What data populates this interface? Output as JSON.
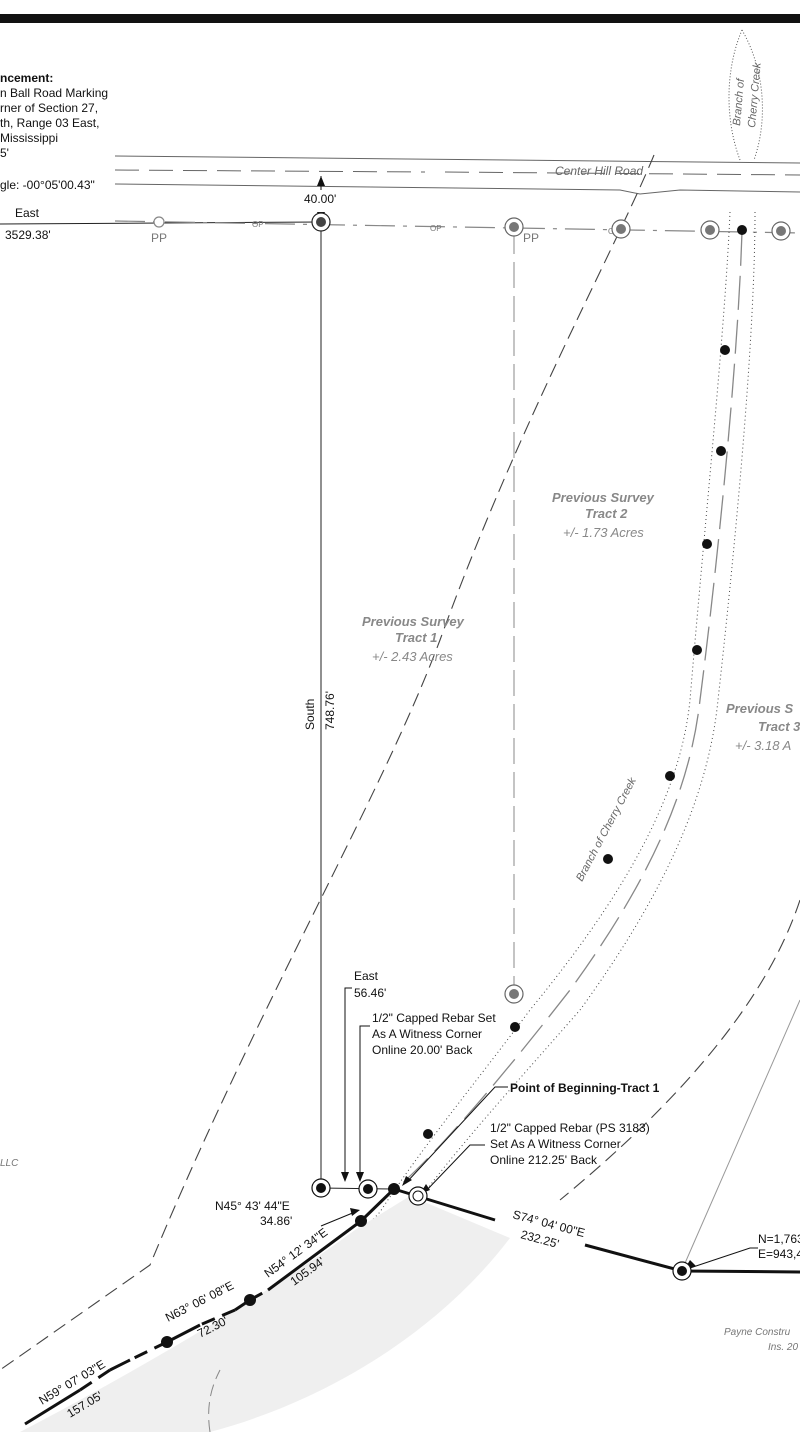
{
  "commencement": {
    "title": "ncement:",
    "lines": [
      "n Ball Road Marking",
      "rner of Section 27,",
      "th, Range 03 East,",
      " Mississippi",
      "5'"
    ],
    "angle": "gle: -00°05'00.43\""
  },
  "road": {
    "name": "Center Hill Road",
    "width": "40.00'"
  },
  "tie_line": {
    "direction": "East",
    "distance": "3529.38'"
  },
  "utility": {
    "power_pole": "PP",
    "overhead_power": "OP"
  },
  "creek_labels": {
    "top": [
      "Branch of",
      "Cherry Creek"
    ],
    "along": "Branch of Cherry Creek"
  },
  "tracts": [
    {
      "title": "Previous Survey",
      "tract": "Tract 1",
      "area": "+/- 2.43 Acres"
    },
    {
      "title": "Previous Survey",
      "tract": "Tract 2",
      "area": "+/- 1.73 Acres"
    },
    {
      "title": "Previous S",
      "tract": "Tract 3",
      "area": "+/- 3.18 A"
    }
  ],
  "south_call": {
    "direction": "South",
    "distance": "748.76'"
  },
  "east_call": {
    "direction": "East",
    "distance": "56.46'"
  },
  "notes": {
    "witness_1": [
      "1/2\" Capped Rebar Set",
      "As A Witness Corner",
      "Online 20.00' Back"
    ],
    "pob": "Point of Beginning-Tract 1",
    "witness_2": [
      "1/2\" Capped Rebar (PS 3183)",
      "Set As A Witness Corner",
      "Online 212.25' Back"
    ]
  },
  "courses": [
    {
      "bearing": "N45° 43' 44\"E",
      "distance": "34.86'"
    },
    {
      "bearing": "N54° 12' 34\"E",
      "distance": "105.94'"
    },
    {
      "bearing": "N63° 06' 08\"E",
      "distance": "72.30'"
    },
    {
      "bearing": "N59° 07' 03\"E",
      "distance": "157.05'"
    },
    {
      "bearing": "S74° 04' 00\"E",
      "distance": "232.25'"
    }
  ],
  "coordinate": {
    "northing": "N=1,763",
    "easting": "E=943,4"
  },
  "adjoiners": {
    "left": "LLC",
    "right": [
      "Payne Constru",
      "Ins. 20"
    ]
  }
}
